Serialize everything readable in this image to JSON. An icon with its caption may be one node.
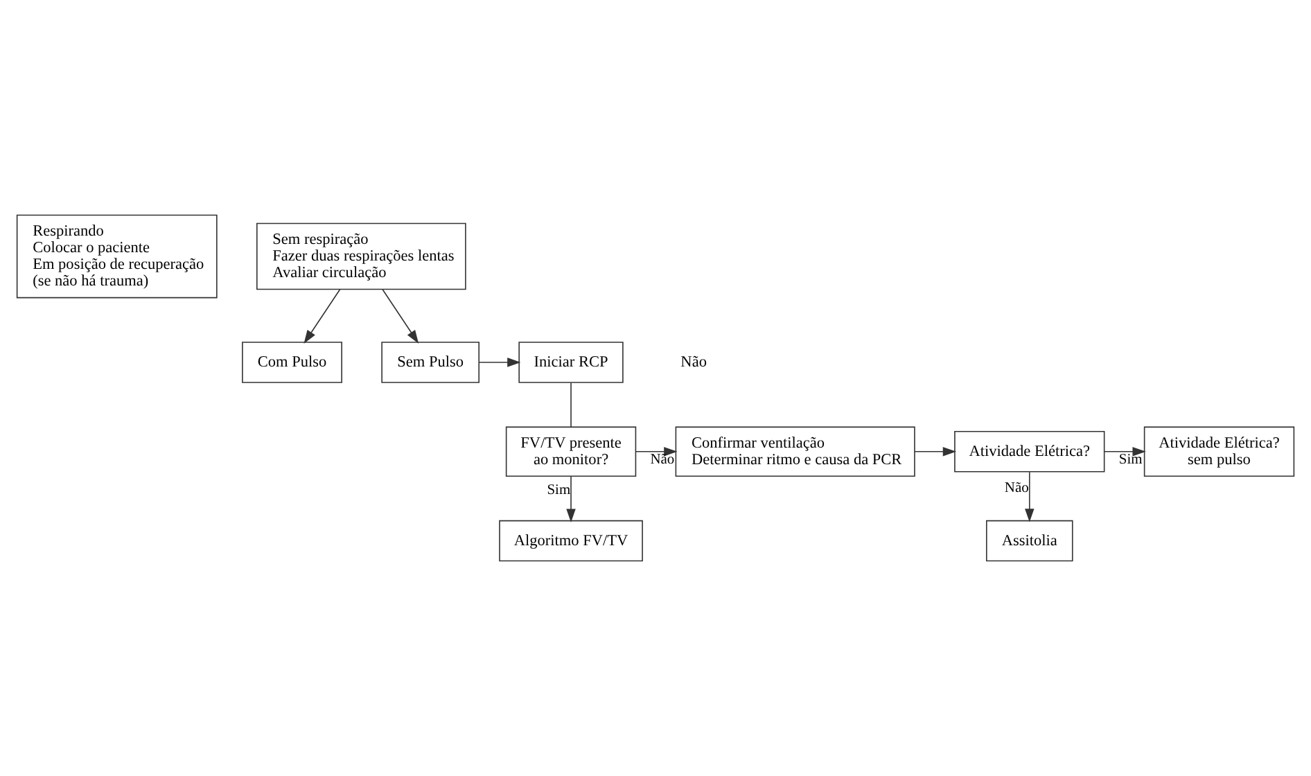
{
  "diagram": {
    "nodes": [
      {
        "text": [
          "Respirando",
          "Colocar o paciente",
          "Em posição de recuperação",
          "(se não há trauma)"
        ]
      },
      {
        "text": [
          "Sem respiração",
          "Fazer duas respirações lentas",
          "Avaliar circulação"
        ]
      },
      {
        "text": [
          "Com Pulso"
        ]
      },
      {
        "text": [
          "Sem Pulso"
        ]
      },
      {
        "text": [
          "Iniciar RCP"
        ]
      },
      {
        "text": [
          "Atividade Elétrica? sem pulso"
        ]
      },
      {
        "text": [
          "Atividade Elétrica?"
        ]
      },
      {
        "text": [
          "Confirmar ventilação",
          "Determinar ritmo e causa da PCR"
        ]
      },
      {
        "text": [
          "FV/TV presente ao monitor?"
        ]
      },
      {
        "text": [
          "Assitolia"
        ]
      },
      {
        "text": [
          "Algoritmo FV/TV"
        ]
      }
    ],
    "edges": [
      {
        "from": 1,
        "to": 2,
        "arrow": "to"
      },
      {
        "from": 1,
        "to": 3,
        "arrow": "to"
      },
      {
        "from": 3,
        "to": 4,
        "arrow": "to"
      },
      {
        "from": 4,
        "to": 8,
        "arrow": "none"
      },
      {
        "from": 8,
        "to": 7,
        "arrow": "to",
        "label": "Não"
      },
      {
        "from": 8,
        "to": 10,
        "arrow": "to",
        "label": "Sim"
      },
      {
        "from": 7,
        "to": 6,
        "arrow": "to"
      },
      {
        "from": 6,
        "to": 5,
        "arrow": "to",
        "label": "Sim"
      },
      {
        "from": 6,
        "to": 9,
        "arrow": "to",
        "label": "Não"
      }
    ],
    "labels": [
      "Não"
    ]
  }
}
